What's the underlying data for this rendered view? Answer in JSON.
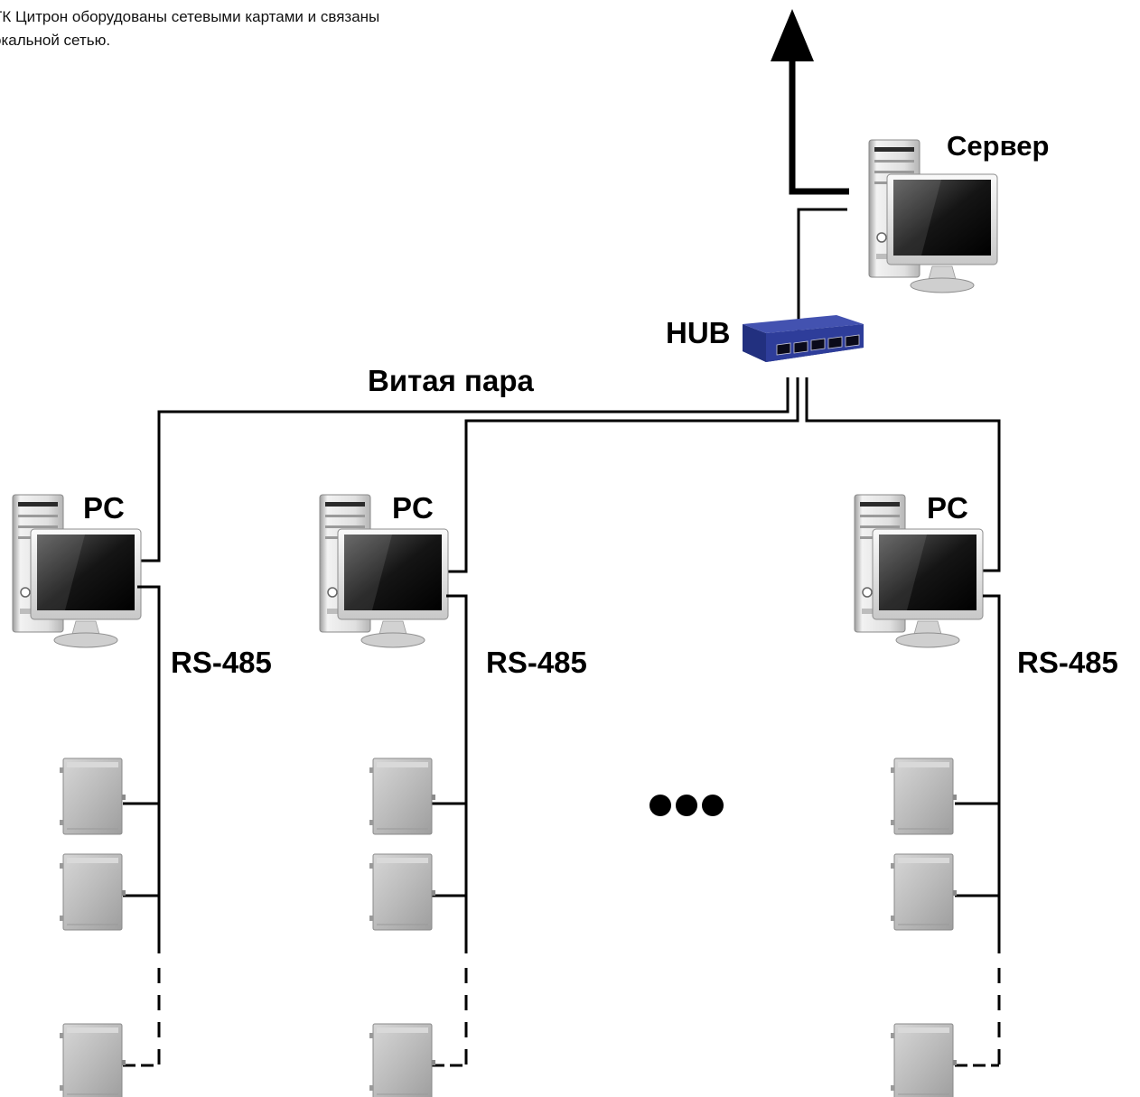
{
  "caption": {
    "line1": "ТК Цитрон оборудованы сетевыми картами и связаны",
    "line2": "окальной сетью."
  },
  "labels": {
    "server": "Сервер",
    "hub": "HUB",
    "cable": "Витая пара",
    "pc": "PC",
    "bus": "RS-485"
  },
  "nodes": {
    "pcs": [
      "PC",
      "PC",
      "PC"
    ],
    "buses": [
      "RS-485",
      "RS-485",
      "RS-485"
    ],
    "terminals_per_pc": 3
  },
  "icons": {
    "uplink": "up-arrow-icon",
    "server": "desktop-computer-icon",
    "hub": "network-switch-icon",
    "pc": "desktop-computer-icon",
    "terminal": "terminal-box-icon",
    "more": "ellipsis-icon"
  },
  "colors": {
    "line": "#000000",
    "hub": "#2e3d9a",
    "screen": "#111111",
    "case": "#e4e4e4",
    "terminal": "#b8b8b8"
  }
}
